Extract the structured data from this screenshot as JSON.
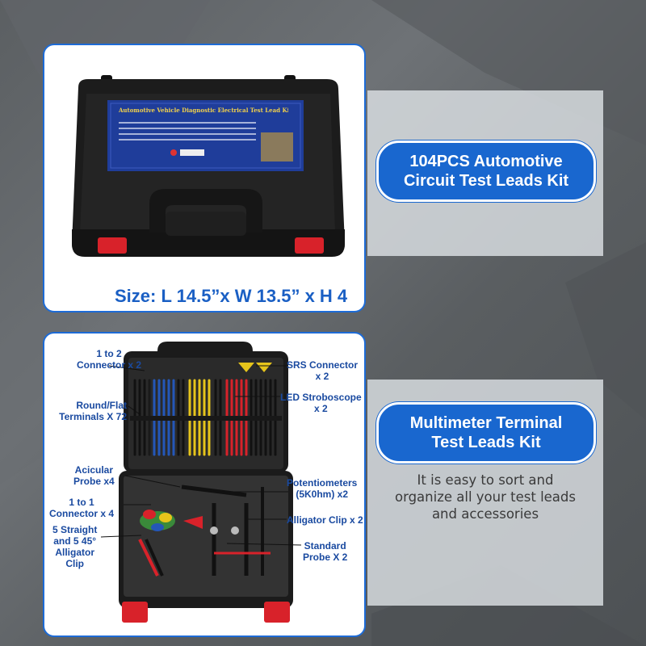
{
  "top_panel": {
    "case_label_title": "Automotive Vehicle Diagnostic Electrical Test Lead Kit",
    "size_text": "Size: L 14.5”x W 13.5” x H 4"
  },
  "right_top": {
    "title_line1": "104PCS Automotive",
    "title_line2": "Circuit Test Leads Kit"
  },
  "right_bottom": {
    "title_line1": "Multimeter Terminal",
    "title_line2": "Test Leads Kit",
    "desc_line1": "It is easy to sort and",
    "desc_line2": "organize all your test leads",
    "desc_line3": "and accessories"
  },
  "callouts": {
    "connector_1to2": [
      "1 to 2",
      "Connector x 2"
    ],
    "round_flat": [
      "Round/Flat",
      "Terminals X 72"
    ],
    "acicular": [
      "Acicular",
      "Probe x4"
    ],
    "connector_1to1": [
      "1 to 1",
      "Connector x 4"
    ],
    "straight_clip": [
      "5 Straight",
      "and 5 45°",
      "Alligator",
      "Clip"
    ],
    "srs": [
      "SRS Connector",
      "x 2"
    ],
    "led": [
      "LED Stroboscope",
      "x 2"
    ],
    "potentiometers": [
      "Potentiometers",
      "(5K0hm) x2"
    ],
    "alligator_clip": [
      "Alligator Clip x 2"
    ],
    "standard_probe": [
      "Standard",
      "Probe X 2"
    ]
  },
  "colors": {
    "accent_blue": "#1967cf",
    "border_blue": "#1d6bd6",
    "case_black": "#1b1b1b",
    "latch_red": "#d8222a"
  }
}
